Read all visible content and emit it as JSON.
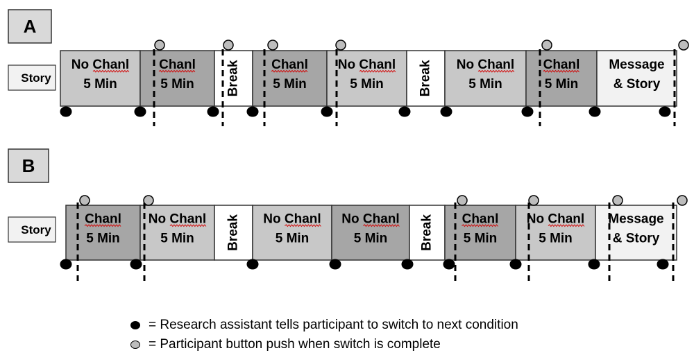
{
  "colors": {
    "dark_gray": "#a6a6a6",
    "medium_gray": "#c8c8c8",
    "light_gray": "#f2f2f2",
    "white": "#ffffff",
    "border": "#333333",
    "black_dot": "#000000",
    "gray_dot": "#bdbdbd",
    "spellcheck_red": "#d40000"
  },
  "panels": [
    {
      "id": "A",
      "label": "A",
      "story_label": "Story",
      "segments": [
        {
          "lines": [
            "No Chanl",
            "5 Min"
          ],
          "fill": "medium_gray"
        },
        {
          "lines": [
            "Chanl",
            "5 Min"
          ],
          "fill": "dark_gray"
        },
        {
          "lines": [
            "Break"
          ],
          "fill": "white",
          "vertical": true
        },
        {
          "lines": [
            "Chanl",
            "5 Min"
          ],
          "fill": "dark_gray"
        },
        {
          "lines": [
            "No Chanl",
            "5 Min"
          ],
          "fill": "medium_gray"
        },
        {
          "lines": [
            "Break"
          ],
          "fill": "white",
          "vertical": true
        },
        {
          "lines": [
            "No Chanl",
            "5 Min"
          ],
          "fill": "medium_gray"
        },
        {
          "lines": [
            "Chanl",
            "5 Min"
          ],
          "fill": "dark_gray"
        },
        {
          "lines": [
            "Message",
            "& Story"
          ],
          "fill": "light_gray"
        }
      ]
    },
    {
      "id": "B",
      "label": "B",
      "story_label": "Story",
      "segments": [
        {
          "lines": [
            "Chanl",
            "5 Min"
          ],
          "fill": "dark_gray"
        },
        {
          "lines": [
            "No Chanl",
            "5 Min"
          ],
          "fill": "medium_gray"
        },
        {
          "lines": [
            "Break"
          ],
          "fill": "white",
          "vertical": true
        },
        {
          "lines": [
            "No Chanl",
            "5 Min"
          ],
          "fill": "medium_gray"
        },
        {
          "lines": [
            "No Chanl",
            "5 Min"
          ],
          "fill": "dark_gray"
        },
        {
          "lines": [
            "Break"
          ],
          "fill": "white",
          "vertical": true
        },
        {
          "lines": [
            "Chanl",
            "5 Min"
          ],
          "fill": "dark_gray"
        },
        {
          "lines": [
            "No Chanl",
            "5 Min"
          ],
          "fill": "medium_gray"
        },
        {
          "lines": [
            "Message",
            "& Story"
          ],
          "fill": "light_gray"
        }
      ]
    }
  ],
  "legend": {
    "black_dot_text": "= Research assistant tells participant to switch to next condition",
    "gray_dot_text": "= Participant button push when switch is complete"
  }
}
